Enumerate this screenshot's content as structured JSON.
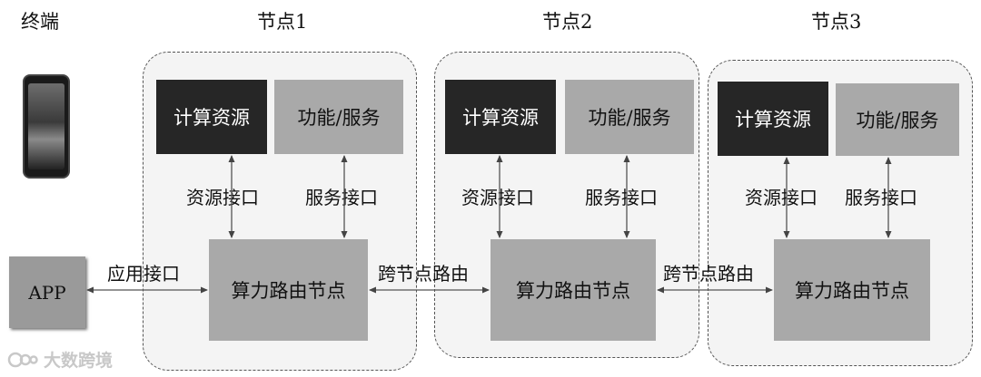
{
  "terminal": {
    "title": "终端",
    "app_label": "APP",
    "app_interface": "应用接口"
  },
  "nodes": [
    {
      "title": "节点1",
      "compute": "计算资源",
      "function": "功能/服务",
      "resource_if": "资源接口",
      "service_if": "服务接口",
      "router": "算力路由节点"
    },
    {
      "title": "节点2",
      "compute": "计算资源",
      "function": "功能/服务",
      "resource_if": "资源接口",
      "service_if": "服务接口",
      "router": "算力路由节点"
    },
    {
      "title": "节点3",
      "compute": "计算资源",
      "function": "功能/服务",
      "resource_if": "资源接口",
      "service_if": "服务接口",
      "router": "算力路由节点"
    }
  ],
  "links": {
    "cross_1_2": "跨节点路由",
    "cross_2_3": "跨节点路由"
  },
  "watermark": {
    "text": "大数跨境"
  },
  "colors": {
    "dark_box": "#262626",
    "light_box": "#a9a9a9",
    "node_bg": "#f4f4f4"
  }
}
